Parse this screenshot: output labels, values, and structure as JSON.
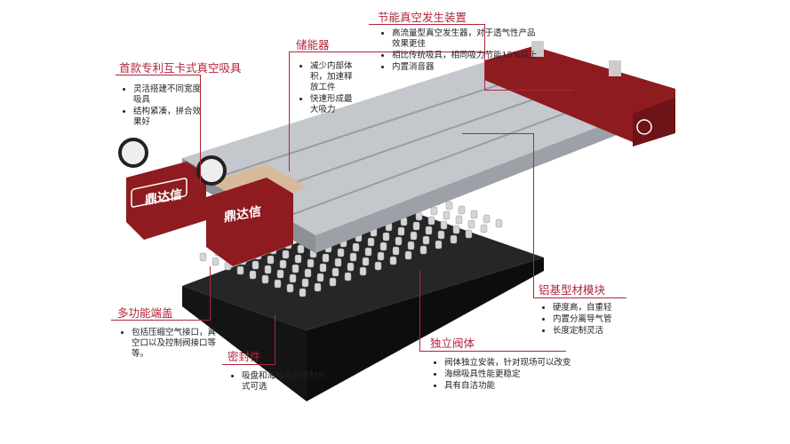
{
  "brand": {
    "logo_text": "鼎达信"
  },
  "colors": {
    "accent": "#b0263a",
    "endcap": "#8e1b1f",
    "board": "#1e1e1e",
    "rail": "#b9bcc2"
  },
  "callouts": {
    "generator": {
      "title": "节能真空发生装置",
      "bullets": [
        "高流量型真空发生器，对于透气性产品效果更佳",
        "相比传统吸具，相同吸力节能15%以上",
        "内置消音器"
      ]
    },
    "accumulator": {
      "title": "储能器",
      "bullets": [
        "减少内部体积，加速释放工件",
        "快速形成最大吸力"
      ]
    },
    "clamp": {
      "title": "首款专利互卡式真空吸具",
      "bullets": [
        "灵活搭建不同宽度吸具",
        "结构紧凑，拼合效果好"
      ]
    },
    "endcap": {
      "title": "多功能端盖",
      "bullets": [
        "包括压缩空气接口，真空口以及控制阀接口等等。"
      ]
    },
    "seal": {
      "title": "密封件",
      "bullets": [
        "吸盘和海绵两种密封形式可选"
      ]
    },
    "valve": {
      "title": "独立阀体",
      "bullets": [
        "阀体独立安装，针对现场可以改变",
        "海绵吸具性能更稳定",
        "具有自洁功能"
      ]
    },
    "profile": {
      "title": "铝基型材模块",
      "bullets": [
        "硬度高，自重轻",
        "内置分离导气管",
        "长度定制灵活"
      ]
    }
  }
}
